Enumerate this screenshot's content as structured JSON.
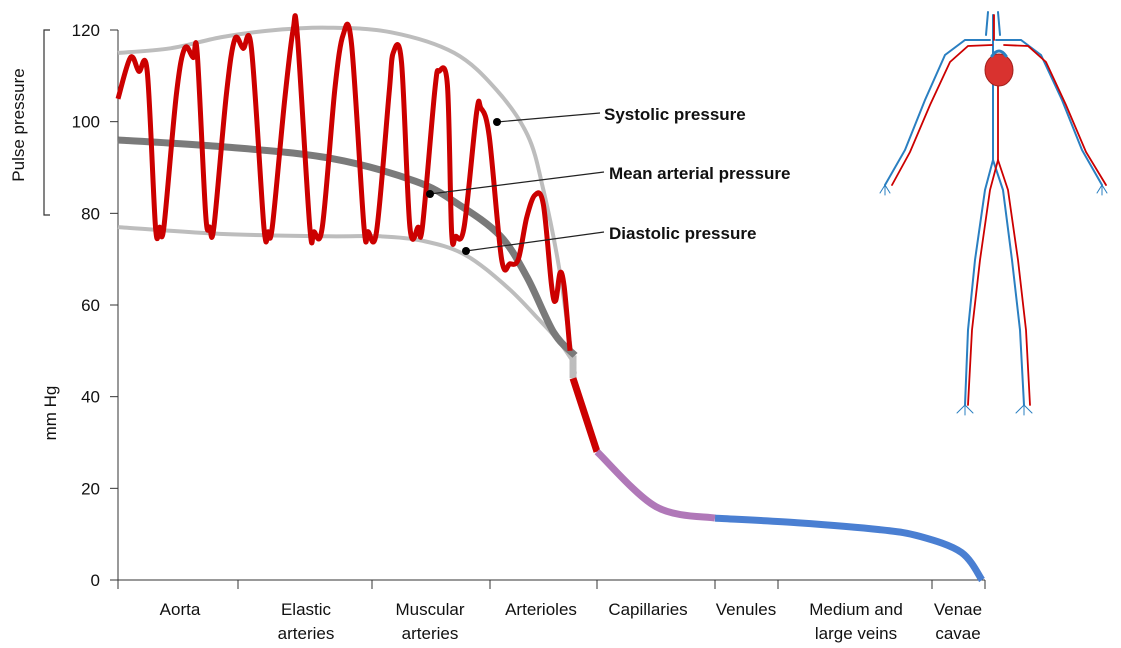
{
  "chart_data": {
    "type": "line",
    "ylabel": "mm Hg",
    "pulse_label": "Pulse pressure",
    "ylim": [
      0,
      120
    ],
    "yticks": [
      "0",
      "20",
      "40",
      "60",
      "80",
      "100",
      "120"
    ],
    "categories": [
      {
        "lines": [
          "Aorta"
        ]
      },
      {
        "lines": [
          "Elastic",
          "arteries"
        ]
      },
      {
        "lines": [
          "Muscular",
          "arteries"
        ]
      },
      {
        "lines": [
          "Arterioles"
        ]
      },
      {
        "lines": [
          "Capillaries"
        ]
      },
      {
        "lines": [
          "Venules"
        ]
      },
      {
        "lines": [
          "Medium and",
          "large veins"
        ]
      },
      {
        "lines": [
          "Venae",
          "cavae"
        ]
      }
    ],
    "annotations": [
      {
        "text": "Systolic pressure",
        "curve": "systolic"
      },
      {
        "text": "Mean arterial pressure",
        "curve": "mean"
      },
      {
        "text": "Diastolic pressure",
        "curve": "diastolic"
      }
    ],
    "series": [
      {
        "key": "systolic",
        "color": "#bdbdbd",
        "points": [
          [
            0,
            115
          ],
          [
            0.5,
            116
          ],
          [
            1.0,
            118.5
          ],
          [
            1.5,
            120
          ],
          [
            2.0,
            120.5
          ],
          [
            2.6,
            119.5
          ],
          [
            3.2,
            115
          ],
          [
            3.6,
            107
          ],
          [
            3.9,
            97
          ],
          [
            4.05,
            85
          ],
          [
            4.2,
            68
          ],
          [
            4.3,
            52
          ],
          [
            4.35,
            45
          ]
        ]
      },
      {
        "key": "mean",
        "color": "#7a7a7a",
        "points": [
          [
            0,
            96
          ],
          [
            1.0,
            94.5
          ],
          [
            2.0,
            92
          ],
          [
            2.8,
            87
          ],
          [
            3.2,
            82
          ],
          [
            3.6,
            75
          ],
          [
            3.85,
            66
          ],
          [
            4.1,
            54
          ],
          [
            4.3,
            49
          ]
        ]
      },
      {
        "key": "diastolic",
        "color": "#bdbdbd",
        "points": [
          [
            0,
            77
          ],
          [
            1.0,
            75.5
          ],
          [
            2.0,
            75
          ],
          [
            2.5,
            75
          ],
          [
            2.9,
            74
          ],
          [
            3.3,
            71
          ],
          [
            3.7,
            64
          ],
          [
            4.0,
            57
          ],
          [
            4.2,
            52
          ],
          [
            4.35,
            47
          ]
        ]
      },
      {
        "key": "pulse",
        "color": "#cc0000",
        "points": [
          [
            0.0,
            105
          ],
          [
            0.15,
            114
          ],
          [
            0.25,
            111
          ],
          [
            0.35,
            111
          ],
          [
            0.45,
            77
          ],
          [
            0.5,
            77
          ],
          [
            0.55,
            77
          ],
          [
            0.7,
            106
          ],
          [
            0.8,
            116
          ],
          [
            0.9,
            114
          ],
          [
            0.95,
            115
          ],
          [
            1.05,
            80
          ],
          [
            1.1,
            77
          ],
          [
            1.15,
            77
          ],
          [
            1.3,
            106
          ],
          [
            1.4,
            118
          ],
          [
            1.5,
            116
          ],
          [
            1.6,
            116
          ],
          [
            1.75,
            77
          ],
          [
            1.8,
            76
          ],
          [
            1.85,
            77
          ],
          [
            2.0,
            105
          ],
          [
            2.1,
            120
          ],
          [
            2.15,
            119
          ],
          [
            2.3,
            77
          ],
          [
            2.35,
            76
          ],
          [
            2.45,
            77
          ],
          [
            2.6,
            107
          ],
          [
            2.7,
            119
          ],
          [
            2.8,
            117
          ],
          [
            2.95,
            77
          ],
          [
            3.0,
            76
          ],
          [
            3.1,
            76
          ],
          [
            3.25,
            106
          ],
          [
            3.3,
            115
          ],
          [
            3.4,
            113
          ],
          [
            3.5,
            77
          ],
          [
            3.6,
            77
          ],
          [
            3.65,
            77
          ],
          [
            3.8,
            107
          ],
          [
            3.85,
            111
          ],
          [
            3.95,
            108
          ],
          [
            4.0,
            76
          ],
          [
            4.05,
            75
          ],
          [
            4.15,
            77
          ],
          [
            4.3,
            102
          ],
          [
            4.35,
            103
          ],
          [
            4.45,
            97
          ],
          [
            4.6,
            70
          ],
          [
            4.7,
            69
          ],
          [
            4.8,
            70
          ],
          [
            4.9,
            79
          ],
          [
            5.0,
            84
          ],
          [
            5.1,
            82
          ],
          [
            5.2,
            64
          ],
          [
            5.25,
            61
          ],
          [
            5.3,
            67
          ],
          [
            5.35,
            64
          ],
          [
            5.42,
            50
          ]
        ]
      },
      {
        "key": "flow-red",
        "color": "#cc0000",
        "points": [
          [
            0,
            44
          ],
          [
            0.25,
            28
          ]
        ]
      },
      {
        "key": "flow-purple",
        "color": "#b078b8",
        "points": [
          [
            0,
            28
          ],
          [
            0.5,
            16
          ],
          [
            1.0,
            13.5
          ]
        ]
      },
      {
        "key": "flow-blue",
        "color": "#4a7fd2",
        "points": [
          [
            0,
            13.5
          ],
          [
            1.0,
            12.5
          ],
          [
            2.0,
            11
          ],
          [
            2.5,
            9.5
          ],
          [
            3.0,
            6
          ],
          [
            3.25,
            0
          ]
        ]
      }
    ]
  },
  "figure": {
    "body_illustration": "circulatory-system-human-figure-icon",
    "colors": {
      "artery": "#cc0000",
      "vein": "#2a7fc1",
      "heart": "#d9322f"
    }
  }
}
